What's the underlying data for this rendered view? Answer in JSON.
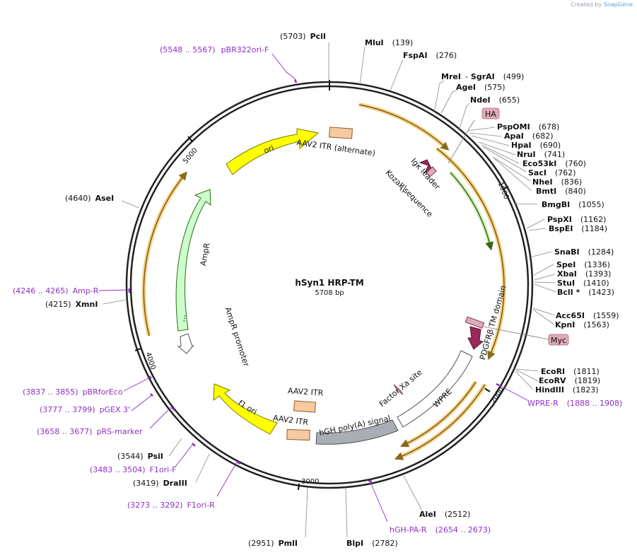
{
  "credit": {
    "prefix": "Created by",
    "brand": "SnapGene"
  },
  "plasmid": {
    "name": "hSyn1 HRP-TM",
    "length_label": "5708 bp"
  },
  "ticks": [
    "1000",
    "2000",
    "3000",
    "4000",
    "5000"
  ],
  "sites": [
    {
      "name": "PciI",
      "pos": "(5703)"
    },
    {
      "name": "MluI",
      "pos": "(139)"
    },
    {
      "name": "FspAI",
      "pos": "(276)"
    },
    {
      "name": "MreI",
      "pos": "(499)",
      "extra": "SgrAI"
    },
    {
      "name": "AgeI",
      "pos": "(575)"
    },
    {
      "name": "NdeI",
      "pos": "(655)"
    },
    {
      "name": "PspOMI",
      "pos": "(678)"
    },
    {
      "name": "ApaI",
      "pos": "(682)"
    },
    {
      "name": "HpaI",
      "pos": "(690)"
    },
    {
      "name": "NruI",
      "pos": "(741)"
    },
    {
      "name": "Eco53kI",
      "pos": "(760)"
    },
    {
      "name": "SacI",
      "pos": "(762)"
    },
    {
      "name": "NheI",
      "pos": "(836)"
    },
    {
      "name": "BmtI",
      "pos": "(840)"
    },
    {
      "name": "BmgBI",
      "pos": "(1055)"
    },
    {
      "name": "PspXI",
      "pos": "(1162)"
    },
    {
      "name": "BspEI",
      "pos": "(1184)"
    },
    {
      "name": "SnaBI",
      "pos": "(1284)"
    },
    {
      "name": "SpeI",
      "pos": "(1336)"
    },
    {
      "name": "XbaI",
      "pos": "(1393)"
    },
    {
      "name": "StuI",
      "pos": "(1410)"
    },
    {
      "name": "BclI *",
      "pos": "(1423)"
    },
    {
      "name": "Acc65I",
      "pos": "(1559)"
    },
    {
      "name": "KpnI",
      "pos": "(1563)"
    },
    {
      "name": "EcoRI",
      "pos": "(1811)"
    },
    {
      "name": "EcoRV",
      "pos": "(1819)"
    },
    {
      "name": "HindIII",
      "pos": "(1823)"
    },
    {
      "name": "AleI",
      "pos": "(2512)"
    },
    {
      "name": "BlpI",
      "pos": "(2782)"
    },
    {
      "name": "PmlI",
      "pos": "(2951)"
    },
    {
      "name": "DraIII",
      "pos": "(3419)"
    },
    {
      "name": "PsiI",
      "pos": "(3544)"
    },
    {
      "name": "XmnI",
      "pos": "(4215)"
    },
    {
      "name": "AseI",
      "pos": "(4640)"
    }
  ],
  "primers": [
    {
      "range": "(5548 .. 5567)",
      "name": "pBR322ori-F"
    },
    {
      "range": "(1888 .. 1908)",
      "name": "WPRE-R"
    },
    {
      "range": "(2654 .. 2673)",
      "name": "hGH-PA-R"
    },
    {
      "range": "(3273 .. 3292)",
      "name": "F1ori-R"
    },
    {
      "range": "(3483 .. 3504)",
      "name": "F1ori-F"
    },
    {
      "range": "(3658 .. 3677)",
      "name": "pRS-marker"
    },
    {
      "range": "(3777 .. 3799)",
      "name": "pGEX 3'"
    },
    {
      "range": "(3837 .. 3855)",
      "name": "pBRforEco"
    },
    {
      "range": "(4246 .. 4265)",
      "name": "Amp-R"
    }
  ],
  "features": {
    "ori": "ori",
    "aav2_itr_alt": "AAV2 ITR (alternate)",
    "igk_leader": "Igκ leader",
    "kozak": "Kozak sequence",
    "pdgfr_tm": "PDGFRβ TM domain",
    "factor_xa": "Factor Xa site",
    "wpre": "WPRE",
    "hgh_polya": "hGH poly(A) signal",
    "aav2_itr_a": "AAV2 ITR",
    "aav2_itr_b": "AAV2 ITR",
    "f1_ori": "f1 ori",
    "ampr": "AmpR",
    "ampr_promoter": "AmpR promoter",
    "ha_tag": "HA",
    "myc_tag": "Myc",
    "ellipsis": "..."
  },
  "colors": {
    "backbone": "#222222",
    "primer": "#8f2fc7",
    "ori": "#ffff00",
    "itr": "#f8c8a0",
    "tag": "#dfa9b8",
    "leader": "#9a2859",
    "ampr": "#ccffcc",
    "polya": "#a9adb4",
    "orange": "#f0a000",
    "green": "#4a8a1a"
  }
}
